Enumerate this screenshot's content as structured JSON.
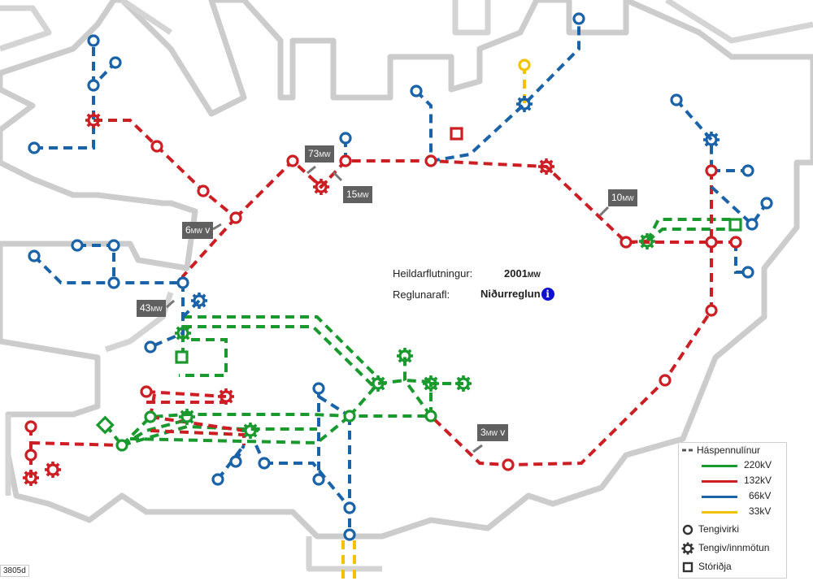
{
  "summary": {
    "total_label": "Heildarflutningur:",
    "total_value": "2001",
    "total_unit": "MW",
    "reg_label": "Reglunarafl:",
    "reg_value": "Niðurreglun",
    "info_glyph": "i"
  },
  "flow_tags": [
    {
      "value": "73",
      "unit": "MW",
      "suffix": ""
    },
    {
      "value": "15",
      "unit": "MW",
      "suffix": ""
    },
    {
      "value": "10",
      "unit": "MW",
      "suffix": ""
    },
    {
      "value": "6",
      "unit": "MW",
      "suffix": "v"
    },
    {
      "value": "43",
      "unit": "MW",
      "suffix": ""
    },
    {
      "value": "3",
      "unit": "MW",
      "suffix": "v"
    }
  ],
  "legend": {
    "title": "Háspennulínur",
    "voltages": [
      {
        "label": "220kV",
        "color": "#1a9a2e"
      },
      {
        "label": "132kV",
        "color": "#cc1f24"
      },
      {
        "label": "66kV",
        "color": "#1a63a8"
      },
      {
        "label": "33kV",
        "color": "#f2c200"
      }
    ],
    "symbols": [
      {
        "icon": "substation-circle-icon",
        "label": "Tengivirki"
      },
      {
        "icon": "gear-icon",
        "label": "Tengiv/innmötun"
      },
      {
        "icon": "square-icon",
        "label": "Stóriðja"
      }
    ]
  },
  "colors": {
    "kv220": "#1a9a2e",
    "kv132": "#cc1f24",
    "kv66": "#1a63a8",
    "kv33": "#f2c200",
    "land": "#c8c8c8"
  },
  "corner_code": "3805d"
}
